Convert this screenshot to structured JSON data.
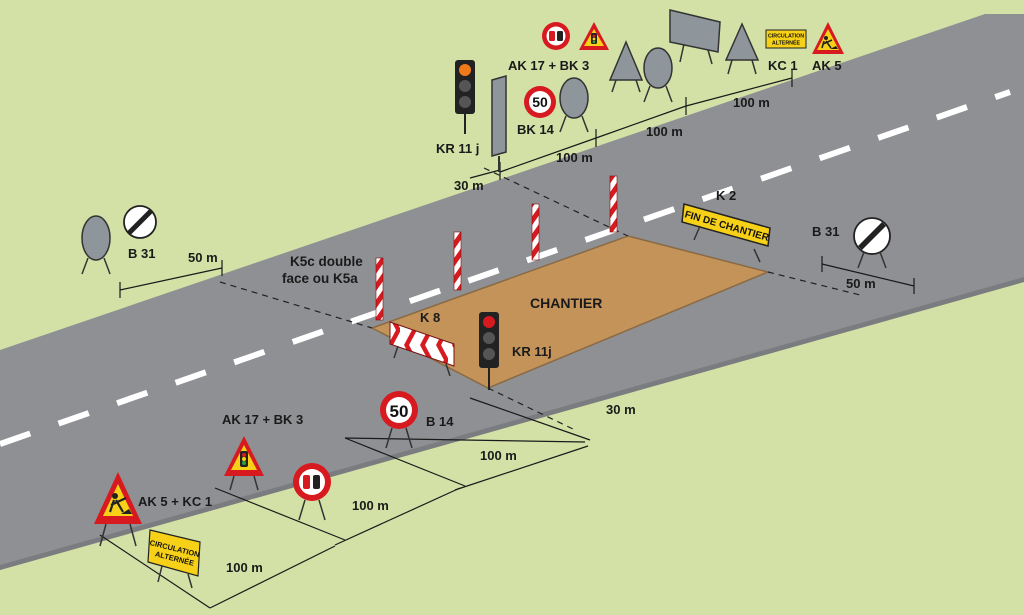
{
  "colors": {
    "grass": "#d3e0a6",
    "road": "#8f9093",
    "road_edge": "#7d7e81",
    "work_zone": "#c4935a",
    "red": "#d71920",
    "yellow": "#f7d117",
    "sign_back": "#8e969c"
  },
  "labels": {
    "ak17_bk3_top": "AK 17 + BK 3",
    "kc1_top": "KC 1",
    "ak5_top": "AK 5",
    "bk14_top": "BK 14",
    "kr11j_top": "KR 11 j",
    "b31_left": "B 31",
    "b31_right": "B 31",
    "k2": "K 2",
    "k5c_line1": "K5c double",
    "k5c_line2": "face ou K5a",
    "k8": "K 8",
    "chantier": "CHANTIER",
    "kr11j_bottom": "KR 11j",
    "b14": "B 14",
    "ak17_bk3_bottom": "AK 17 + BK 3",
    "ak5_kc1": "AK 5 + KC 1"
  },
  "distances": {
    "top_100_a": "100 m",
    "top_100_b": "100 m",
    "top_100_c": "100 m",
    "top_30": "30 m",
    "left_50": "50 m",
    "right_50": "50 m",
    "bot_30": "30 m",
    "bot_100_a": "100 m",
    "bot_100_b": "100 m",
    "bot_100_c": "100 m"
  },
  "sign_text": {
    "speed_limit": "50",
    "fin_de_chantier": "FIN DE CHANTIER",
    "circulation_line1": "CIRCULATION",
    "circulation_line2": "ALTERNÉE"
  },
  "icons": [
    "no-overtaking-sign-icon",
    "traffic-light-warning-sign-icon",
    "roadworks-warning-sign-icon",
    "speed-limit-sign-icon",
    "end-of-restriction-sign-icon",
    "traffic-light-icon",
    "chevron-barrier-icon",
    "delineator-post-icon"
  ]
}
